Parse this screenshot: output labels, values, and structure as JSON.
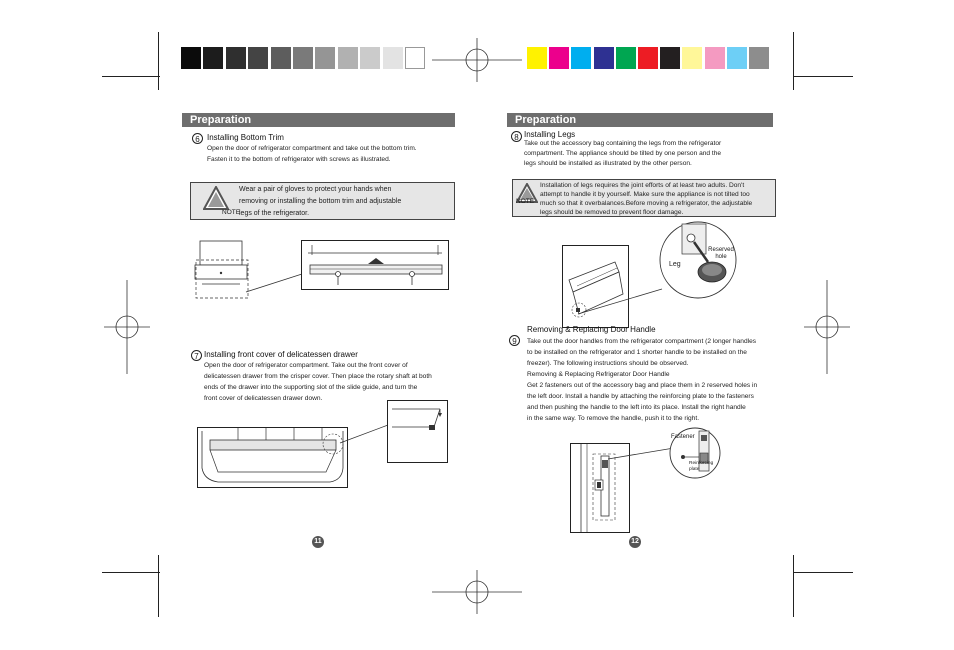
{
  "color_bar": {
    "grays": [
      "#0b0b0b",
      "#1c1c1c",
      "#2f2f2f",
      "#444444",
      "#5d5d5d",
      "#7a7a7a",
      "#959595",
      "#b1b1b1",
      "#cbcbcb",
      "#e3e3e3",
      "#ffffff"
    ],
    "colors": [
      "#fff200",
      "#ec008c",
      "#00aeef",
      "#2e3192",
      "#00a651",
      "#ed1c24",
      "#231f20",
      "#fff799",
      "#f49ac1",
      "#6dcff6",
      "#8d8d8d"
    ]
  },
  "left_page": {
    "title": "Preparation",
    "step6": {
      "number": "6",
      "heading": "Installing Bottom Trim",
      "lines": [
        "Open the door of refrigerator compartment and take out the bottom trim.",
        "Fasten it to the bottom of refrigerator with screws as illustrated."
      ]
    },
    "note": {
      "label": "NOTE",
      "lines": [
        "Wear a pair of gloves to protect your hands when",
        "removing or installing the bottom trim and adjustable",
        "legs of the refrigerator."
      ]
    },
    "step7": {
      "number": "7",
      "heading": "Installing front cover of delicatessen drawer",
      "lines": [
        "Open the door of refrigerator compartment. Take out the front cover of",
        "delicatessen drawer from the crisper cover. Then place the rotary shaft at both",
        "ends of the drawer into the supporting slot of the slide guide, and turn the",
        "front cover of delicatessen drawer down."
      ]
    },
    "page_number": "11"
  },
  "right_page": {
    "title": "Preparation",
    "step8": {
      "number": "8",
      "heading": "Installing Legs",
      "lines": [
        "Take out the accessory bag containing the legs from the refrigerator",
        "compartment. The appliance should be tilted by one person and the",
        "legs should be installed as illustrated by the other person."
      ]
    },
    "note": {
      "label": "NOTE",
      "lines": [
        "Installation of legs requires the joint efforts of at least two adults. Don't",
        "attempt to handle it by yourself. Make sure the appliance is not tilted too",
        "much so that it overbalances.Before moving a refrigerator, the adjustable",
        "legs should be removed to prevent floor damage."
      ]
    },
    "leg_labels": {
      "reserved_hole": "Reserved hole",
      "leg": "Leg"
    },
    "step9": {
      "number": "9",
      "heading": "Removing & Replacing Door Handle",
      "lines": [
        "Take out the door handles from the refrigerator compartment (2 longer handles",
        "to be installed on the refrigerator and 1 shorter handle to be installed on the",
        "freezer). The following instructions should be observed.",
        "Removing & Replacing Refrigerator Door Handle",
        "Get 2 fasteners out of the accessory bag and place them in 2 reserved holes in",
        "the left door. Install a handle by attaching the reinforcing plate to the fasteners",
        "and then pushing the handle to the left into its place. Install the right handle",
        "in the same way. To remove the handle, push it to the right."
      ]
    },
    "handle_labels": {
      "fastener": "Fastener",
      "reinforcing_plate": "Reinforcing plate"
    },
    "page_number": "12"
  }
}
